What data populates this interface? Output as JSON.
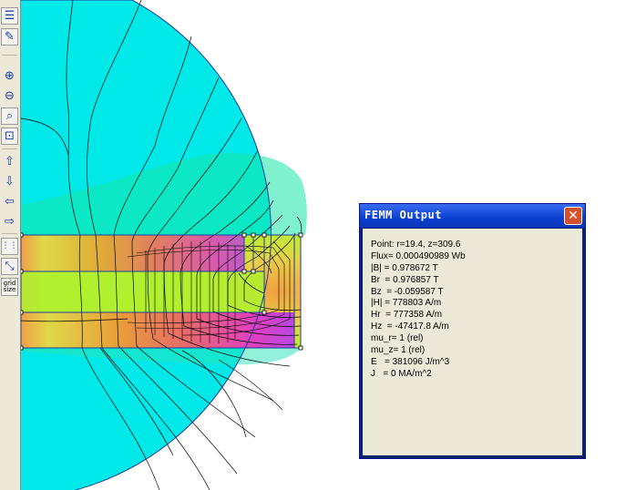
{
  "toolbar": {
    "icons": [
      "sort-list-icon",
      "edit-props-icon",
      "zoom-in-icon",
      "zoom-out-icon",
      "zoom-window-icon",
      "zoom-extents-icon",
      "pan-up-icon",
      "pan-down-icon",
      "pan-left-icon",
      "pan-right-icon",
      "grid-show-icon",
      "grid-snap-icon"
    ],
    "grid_size_label": [
      "grid",
      "size"
    ]
  },
  "colors": {
    "background_field": "#00e8e8",
    "domain_boundary": "#1a3d99",
    "contour_lines": "#000000",
    "dialog_titlebar": "#0a3fd0",
    "close_button": "#d4502c",
    "dialog_body": "#ece9d8"
  },
  "dialog": {
    "title": "FEMM Output",
    "close_label": "✕",
    "lines": [
      "Point: r=19.4, z=309.6",
      "Flux= 0.000490989 Wb",
      "|B| = 0.978672 T",
      "Br  = 0.976857 T",
      "Bz  = -0.059587 T",
      "|H| = 778803 A/m",
      "Hr  = 777358 A/m",
      "Hz  = -47417.8 A/m",
      "mu_r= 1 (rel)",
      "mu_z= 1 (rel)",
      "E   = 381096 J/m^3",
      "J   = 0 MA/m^2"
    ]
  }
}
